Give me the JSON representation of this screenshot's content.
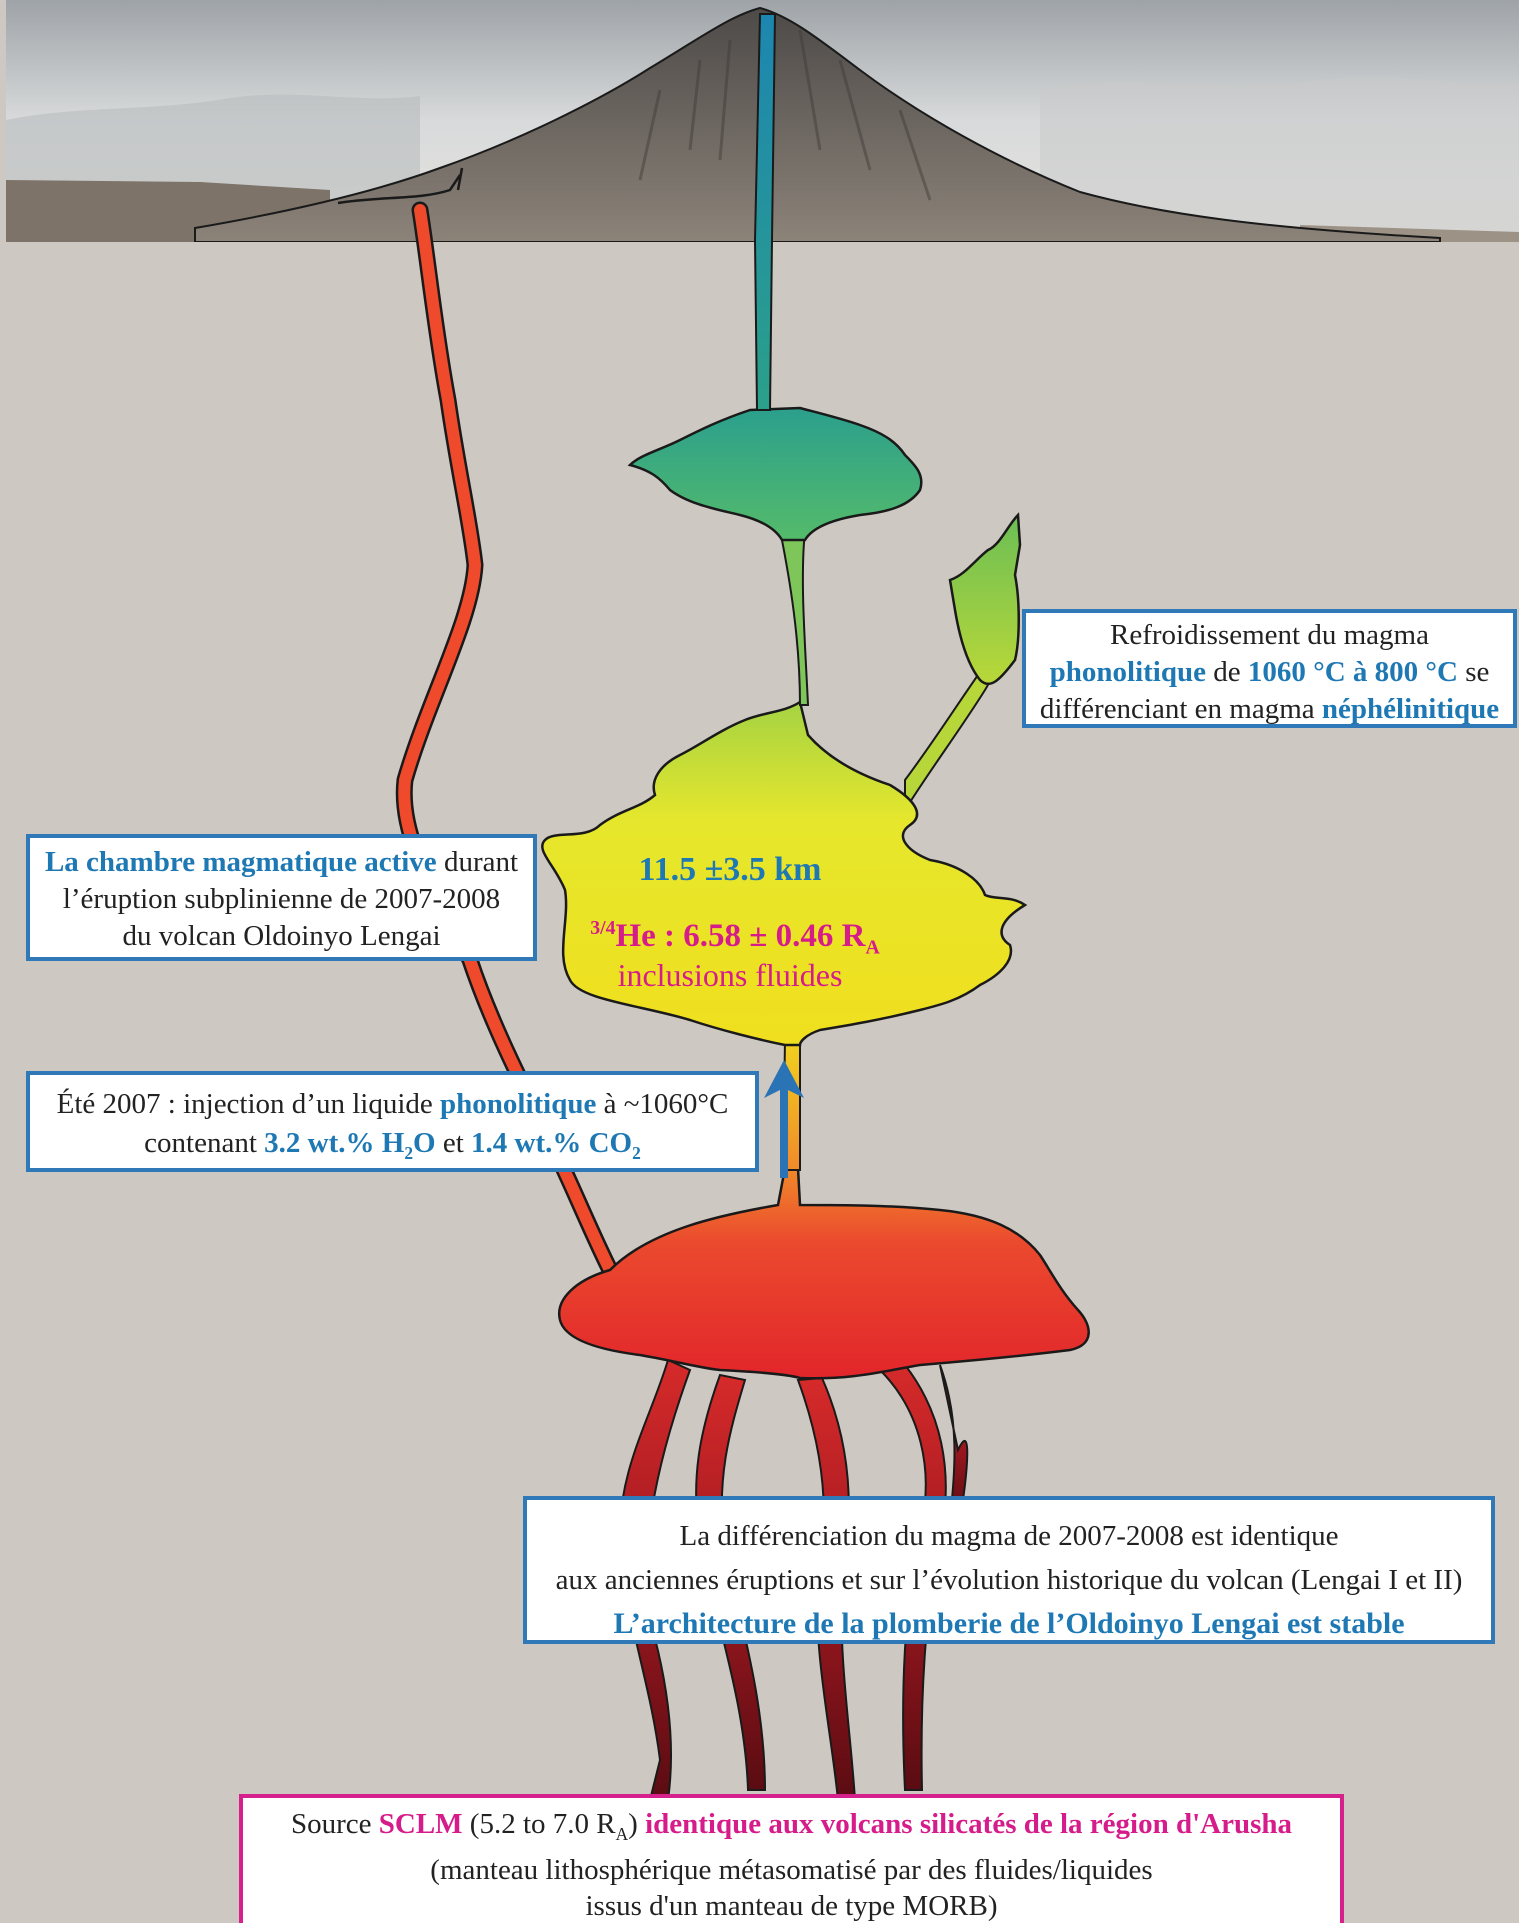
{
  "colors": {
    "background": "#cec8c2",
    "box_border_blue": "#2f79b8",
    "box_border_pink": "#d6208b",
    "text_blue": "#1e78b4",
    "text_pink": "#d61c8a",
    "feeder_dike": "#ef4a2c",
    "conduit_blue": "#1d86b0",
    "chamber_green": "#45b26a",
    "chamber_yellow": "#e8e52a",
    "chamber_red": "#e62a2a",
    "roots_dark": "#5a0c12",
    "arrow_blue": "#2a73b5"
  },
  "icons": [
    "volcano-photo",
    "injection-arrow-icon"
  ],
  "cooling_box": {
    "line1": "Refroidissement du magma",
    "word_phonolitique": "phonolitique",
    "word_de": "de",
    "temp_range": "1060 °C à 800 °C",
    "word_se": "se",
    "line3_prefix": "différenciant en magma",
    "word_nephelinitique": "néphélinitique"
  },
  "active_chamber_box": {
    "highlight": "La chambre magmatique active",
    "line1_rest": "durant",
    "line2": "l’éruption subplinienne de 2007-2008",
    "line3": "du volcan Oldoinyo Lengai"
  },
  "chamber_labels": {
    "depth": "11.5 ±3.5 km",
    "he_sup": "3/4",
    "he_text": "He : 6.58 ± 0.46 R",
    "he_sub": "A",
    "fluid": "inclusions fluides"
  },
  "injection_box": {
    "prefix": "Été 2007 : injection d’un liquide",
    "word_phonolitique": "phonolitique",
    "suffix": "à ~1060°C",
    "word_contenant": "contenant",
    "h2o_a": "3.2 wt.% H",
    "h2o_sub": "2",
    "h2o_b": "O",
    "word_et": "et",
    "co2_a": "1.4 wt.% CO",
    "co2_sub": "2"
  },
  "stability_box": {
    "line1": "La différenciation du magma de 2007-2008 est identique",
    "line2": "aux anciennes éruptions et sur l’évolution historique du volcan (Lengai I et II)",
    "line3": "L’architecture de la plomberie de l’Oldoinyo Lengai est stable"
  },
  "source_box": {
    "word_source": "Source",
    "sclm": "SCLM",
    "range_a": "(5.2 to 7.0 R",
    "range_sub": "A",
    "range_b": ")",
    "highlight": "identique aux volcans silicatés de la région d'Arusha",
    "line2": "(manteau lithosphérique métasomatisé par des fluides/liquides",
    "line3": "issus d'un manteau de type MORB)"
  }
}
